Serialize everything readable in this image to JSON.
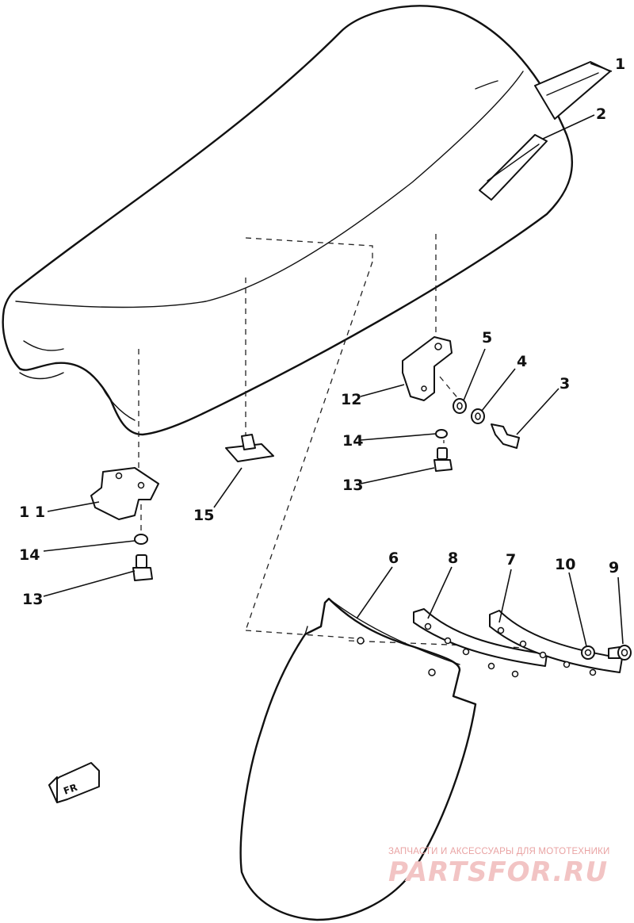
{
  "callouts": {
    "c1": "1",
    "c2": "2",
    "c3": "3",
    "c4": "4",
    "c5": "5",
    "c6": "6",
    "c7": "7",
    "c8": "8",
    "c9": "9",
    "c10": "10",
    "c11": "1 1",
    "c12": "12",
    "c13a": "13",
    "c13b": "13",
    "c14a": "14",
    "c14b": "14",
    "c15": "15"
  },
  "watermark": {
    "tagline": "ЗАПЧАСТИ И АКСЕССУАРЫ ДЛЯ МОТОТЕХНИКИ",
    "brand": "PARTSFOR.RU"
  },
  "front_badge": "FR"
}
